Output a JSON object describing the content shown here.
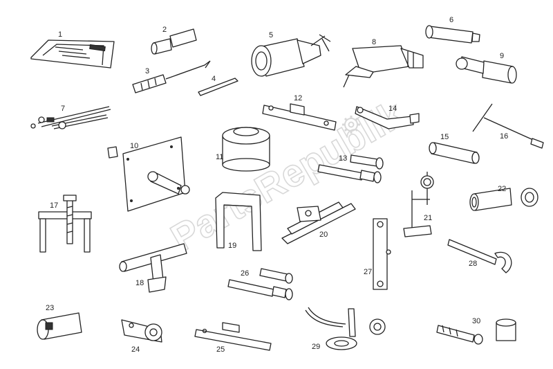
{
  "watermark": {
    "text": "PartsRepublik"
  },
  "parts": [
    {
      "id": "part-1",
      "label": "1"
    },
    {
      "id": "part-2",
      "label": "2"
    },
    {
      "id": "part-3",
      "label": "3"
    },
    {
      "id": "part-4",
      "label": "4"
    },
    {
      "id": "part-5",
      "label": "5"
    },
    {
      "id": "part-6",
      "label": "6"
    },
    {
      "id": "part-7",
      "label": "7"
    },
    {
      "id": "part-8",
      "label": "8"
    },
    {
      "id": "part-9",
      "label": "9"
    },
    {
      "id": "part-10",
      "label": "10"
    },
    {
      "id": "part-11",
      "label": "11"
    },
    {
      "id": "part-12",
      "label": "12"
    },
    {
      "id": "part-13",
      "label": "13"
    },
    {
      "id": "part-14",
      "label": "14"
    },
    {
      "id": "part-15",
      "label": "15"
    },
    {
      "id": "part-16",
      "label": "16"
    },
    {
      "id": "part-17",
      "label": "17"
    },
    {
      "id": "part-18",
      "label": "18"
    },
    {
      "id": "part-19",
      "label": "19"
    },
    {
      "id": "part-20",
      "label": "20"
    },
    {
      "id": "part-21",
      "label": "21"
    },
    {
      "id": "part-22",
      "label": "22"
    },
    {
      "id": "part-23",
      "label": "23"
    },
    {
      "id": "part-24",
      "label": "24"
    },
    {
      "id": "part-25",
      "label": "25"
    },
    {
      "id": "part-26",
      "label": "26"
    },
    {
      "id": "part-27",
      "label": "27"
    },
    {
      "id": "part-28",
      "label": "28"
    },
    {
      "id": "part-29",
      "label": "29"
    },
    {
      "id": "part-30",
      "label": "30"
    }
  ]
}
